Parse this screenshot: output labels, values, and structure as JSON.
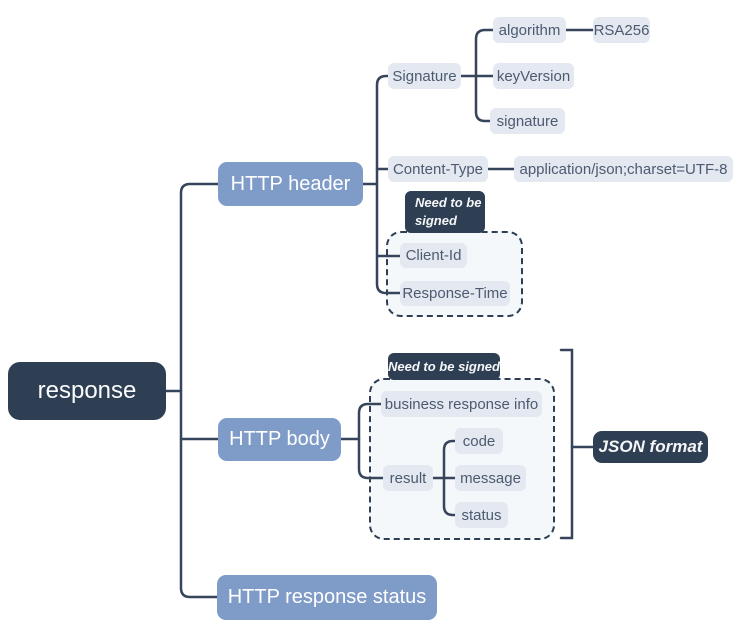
{
  "nodes": {
    "root": "response",
    "http_header": "HTTP header",
    "http_body": "HTTP body",
    "http_response_status": "HTTP response status",
    "signature_topic": "Signature",
    "algorithm": "algorithm",
    "algorithm_value": "RSA256",
    "key_version": "keyVersion",
    "signature_field": "signature",
    "content_type": "Content-Type",
    "content_type_value": "application/json;charset=UTF-8",
    "client_id": "Client-Id",
    "response_time": "Response-Time",
    "business_response_info": "business response info",
    "result": "result",
    "code": "code",
    "message": "message",
    "status": "status"
  },
  "labels": {
    "need_signed_header_line1": "Need to be",
    "need_signed_header_line2": "signed",
    "need_signed_body": "Need to be signed",
    "json_format": "JSON format"
  },
  "colors": {
    "root_bg": "#2e3e53",
    "branch_bg": "#7f9bc8",
    "leaf_bg": "#e3e8f1",
    "leaf_text": "#4d5b70",
    "callout_bg": "#2e3e53",
    "connector_line": "#36455c",
    "dashed_group_fill": "#f5f8fb",
    "background": "#ffffff"
  }
}
